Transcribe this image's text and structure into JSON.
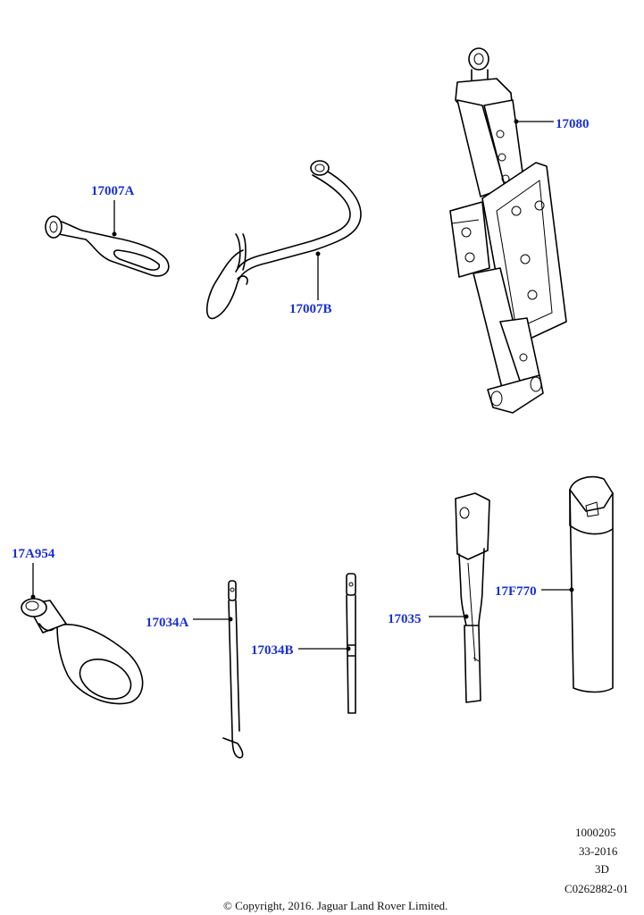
{
  "callouts": {
    "c17080": "17080",
    "c17007A": "17007A",
    "c17007B": "17007B",
    "c17A954": "17A954",
    "c17034A": "17034A",
    "c17034B": "17034B",
    "c17035": "17035",
    "c17F770": "17F770"
  },
  "info": {
    "code": "1000205",
    "date": "33-2016",
    "view": "3D",
    "ref": "C0262882-01"
  },
  "copyright": "© Copyright, 2016. Jaguar Land Rover Limited.",
  "colors": {
    "callout": "#1a2fd6",
    "line": "#000000"
  }
}
